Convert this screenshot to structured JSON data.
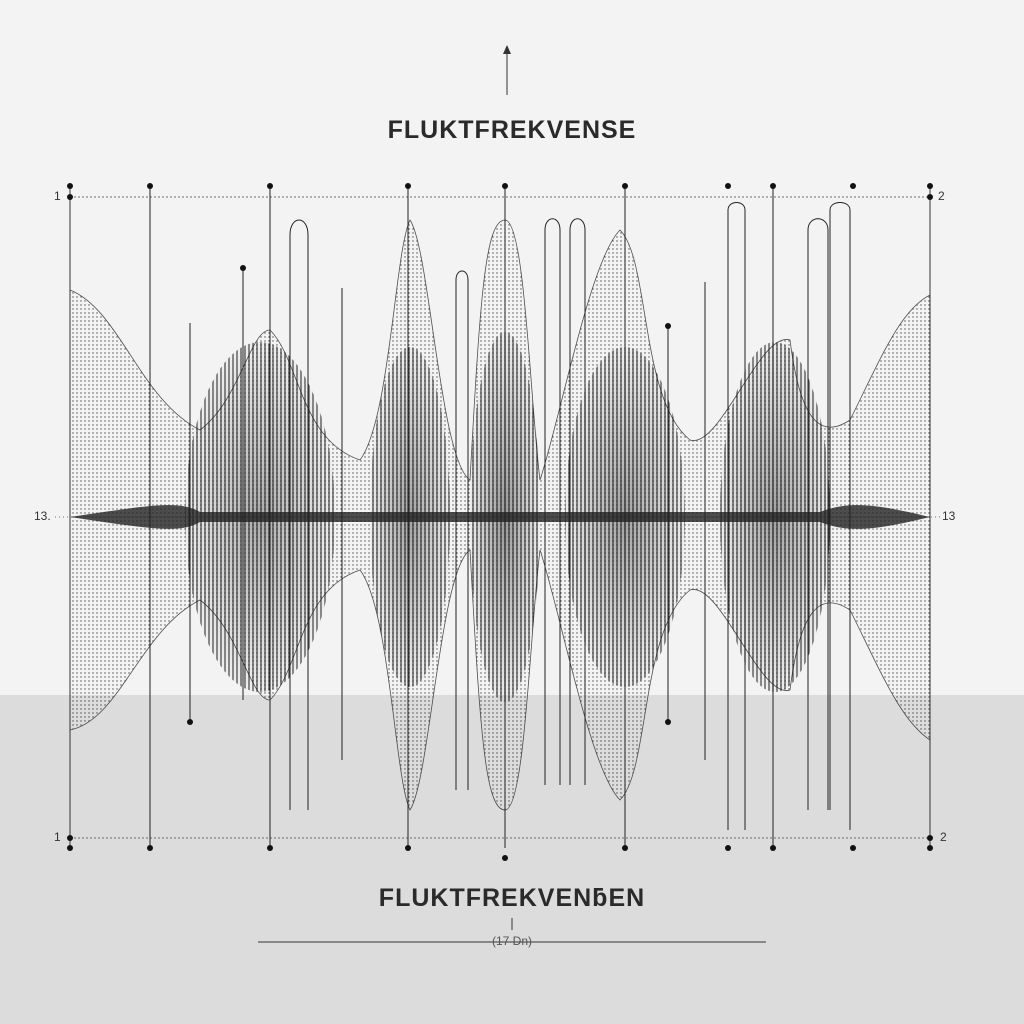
{
  "title_top": "FLUKTFREKVENSE",
  "title_bottom": "FLUKTFREKVENƃEN",
  "subtitle": "(17 Dn)",
  "corner_labels": {
    "top_left": "1",
    "top_right": "2",
    "middle_left": "13.",
    "middle_right": "13",
    "bottom_left": "1",
    "bottom_right": "2"
  },
  "colors": {
    "background": "#f3f3f3",
    "lower_band": "#dcdcdc",
    "ink": "#222222"
  }
}
